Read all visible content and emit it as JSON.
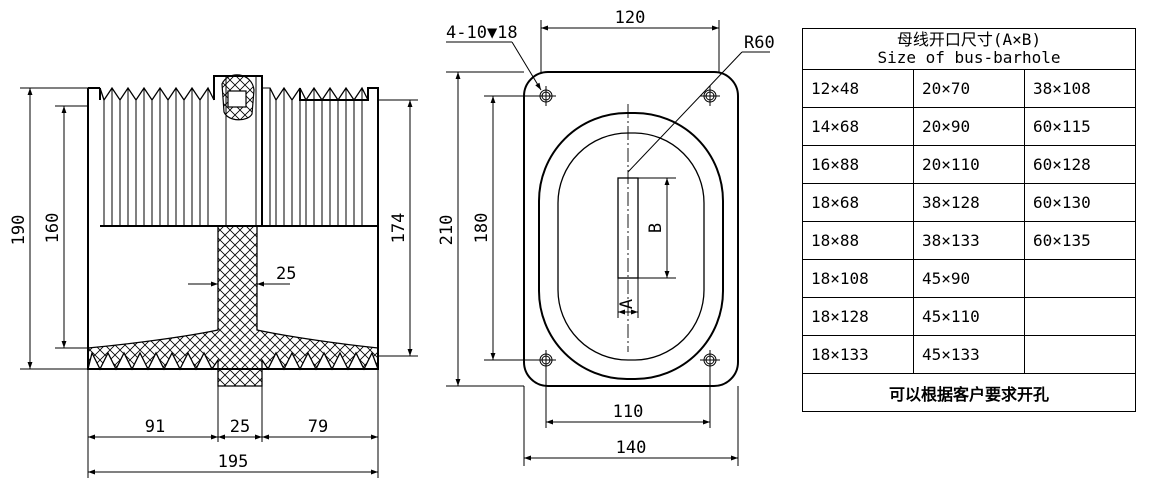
{
  "side_view": {
    "dim_190": "190",
    "dim_160": "160",
    "dim_174": "174",
    "dim_25_web": "25",
    "dim_91": "91",
    "dim_25_bottom": "25",
    "dim_79": "79",
    "dim_195": "195"
  },
  "front_view": {
    "hole_callout": "4-10▼18",
    "dim_120": "120",
    "radius": "R60",
    "dim_210": "210",
    "dim_180": "180",
    "label_b": "B",
    "label_a": "A",
    "dim_110": "110",
    "dim_140": "140"
  },
  "table": {
    "title_cn": "母线开口尺寸(A×B)",
    "title_en": "Size of bus-barhole",
    "rows": [
      [
        "12×48",
        "20×70",
        "38×108"
      ],
      [
        "14×68",
        "20×90",
        "60×115"
      ],
      [
        "16×88",
        "20×110",
        "60×128"
      ],
      [
        "18×68",
        "38×128",
        "60×130"
      ],
      [
        "18×88",
        "38×133",
        "60×135"
      ],
      [
        "18×108",
        "45×90",
        ""
      ],
      [
        "18×128",
        "45×110",
        ""
      ],
      [
        "18×133",
        "45×133",
        ""
      ]
    ],
    "footer": "可以根据客户要求开孔"
  }
}
